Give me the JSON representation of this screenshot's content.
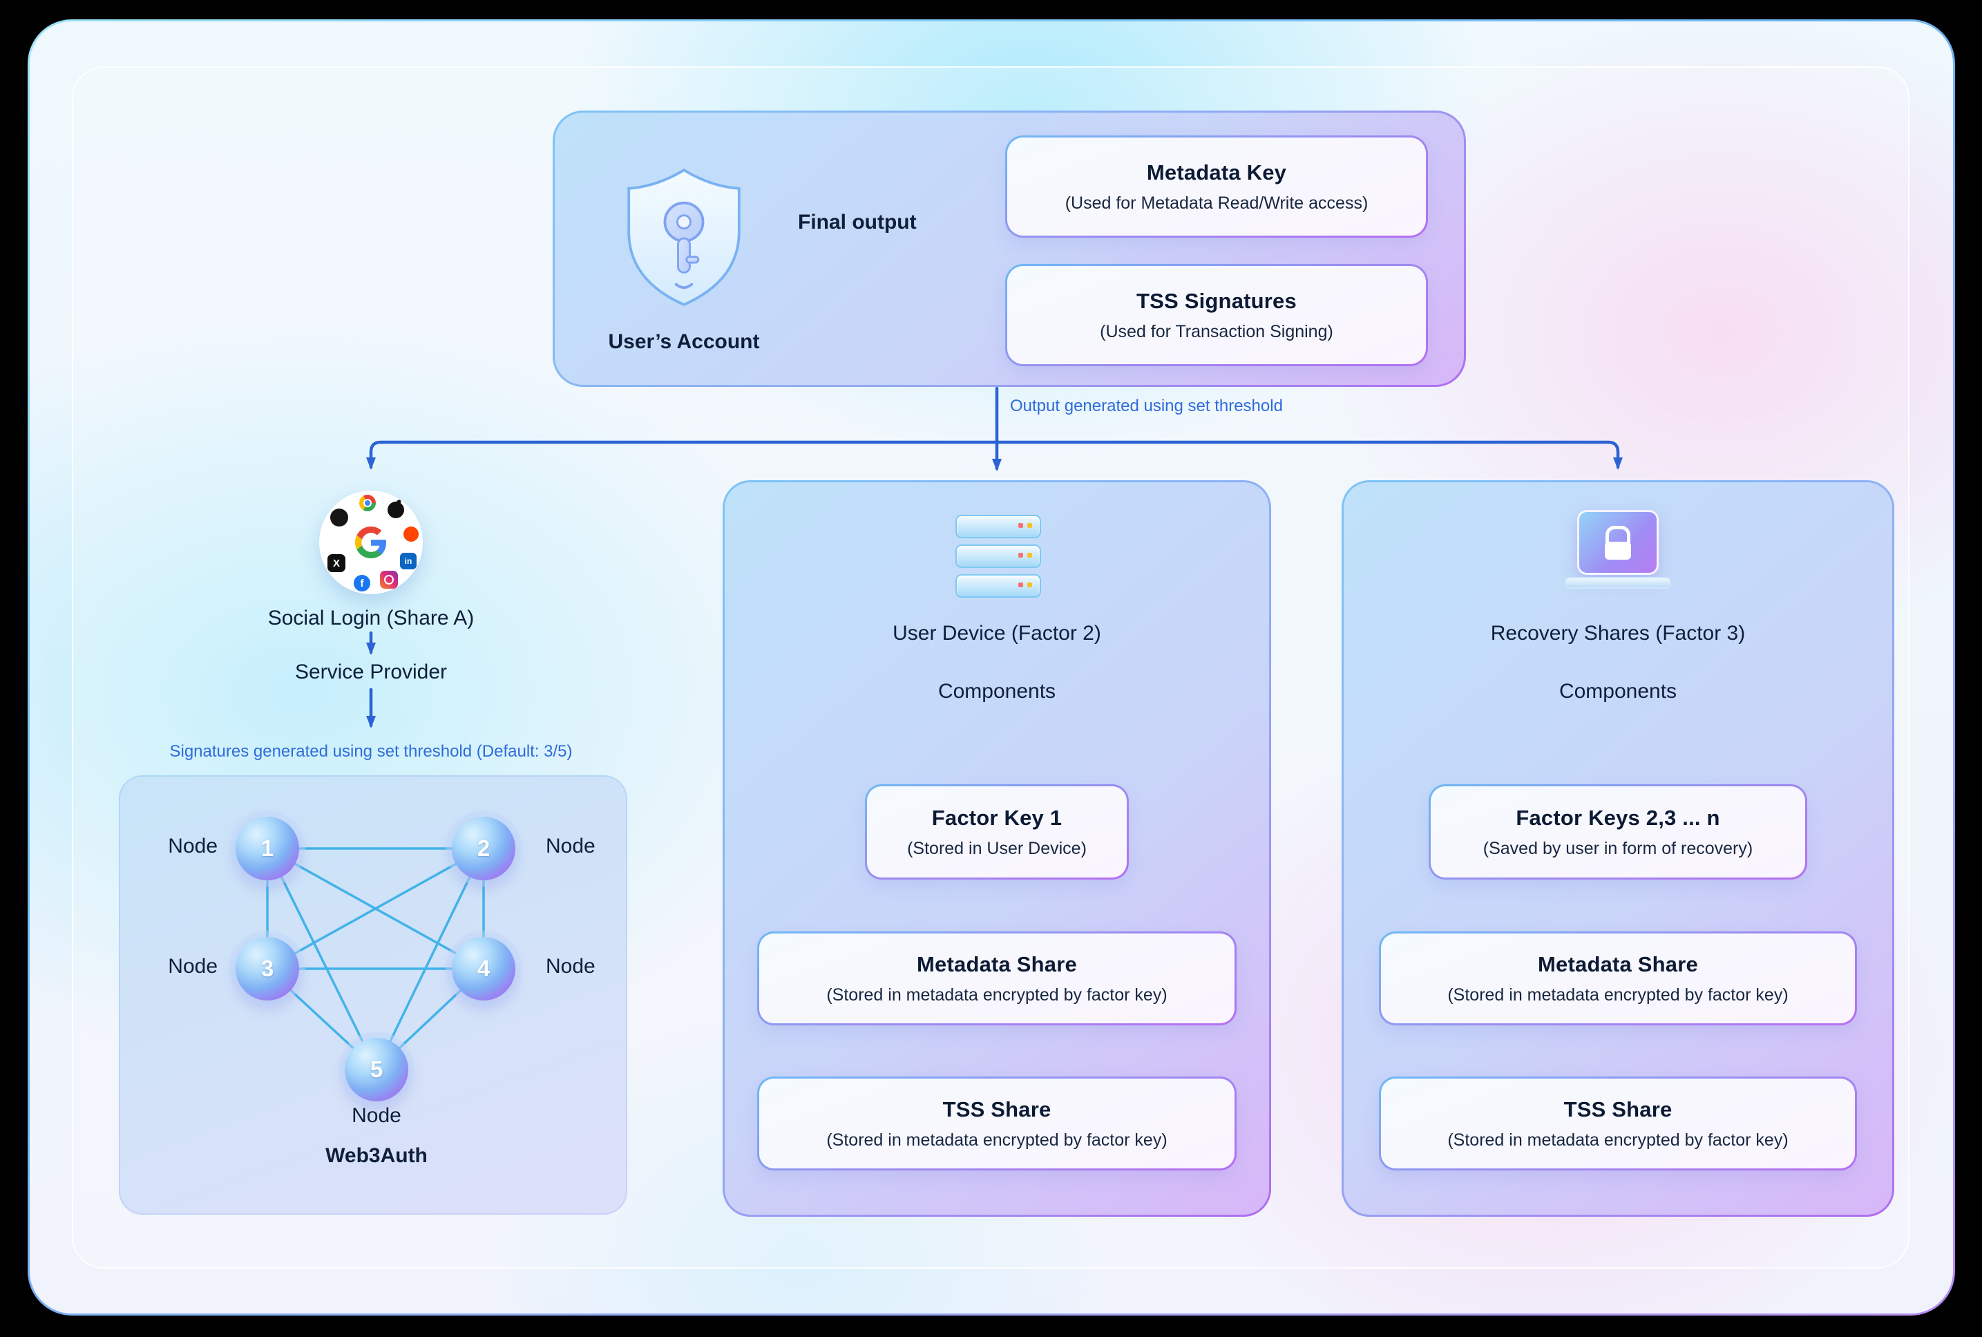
{
  "palette": {
    "arrow_blue": "#2b63d4",
    "note_blue": "#2f6bd9",
    "network_edge": "#33aee8",
    "title_dark": "#0c1a33",
    "border_gradient_start": "#9fe2fa",
    "border_gradient_end": "#b48cf2"
  },
  "account": {
    "label": "User’s Account",
    "final_output_label": "Final output",
    "threshold_note": "Output generated using set threshold",
    "outputs": [
      {
        "title": "Metadata Key",
        "subtitle": "(Used for Metadata Read/Write access)"
      },
      {
        "title": "TSS Signatures",
        "subtitle": "(Used for Transaction Signing)"
      }
    ]
  },
  "social": {
    "title": "Social Login (Share A)",
    "provider_label": "Service Provider",
    "threshold_note": "Signatures generated using set threshold (Default: 3/5)",
    "node_label": "Node",
    "nodes": [
      "1",
      "2",
      "3",
      "4",
      "5"
    ],
    "network_name": "Web3Auth",
    "icons": [
      "github-icon",
      "chrome-icon",
      "apple-icon",
      "reddit-icon",
      "linkedin-icon",
      "instagram-icon",
      "facebook-icon",
      "x-icon",
      "google-icon"
    ],
    "icon_glyphs": {
      "facebook": "f",
      "linkedin": "in",
      "x": "X"
    }
  },
  "factor2": {
    "title": "User Device (Factor 2)",
    "components_label": "Components",
    "icon": "server-stack-icon",
    "cards": [
      {
        "title": "Factor Key 1",
        "subtitle": "(Stored in User Device)"
      },
      {
        "title": "Metadata Share",
        "subtitle": "(Stored in metadata encrypted by factor key)"
      },
      {
        "title": "TSS Share",
        "subtitle": "(Stored in metadata encrypted by factor key)"
      }
    ]
  },
  "factor3": {
    "title": "Recovery Shares (Factor 3)",
    "components_label": "Components",
    "icon": "laptop-lock-icon",
    "cards": [
      {
        "title": "Factor Keys 2,3 ... n",
        "subtitle": "(Saved by user in form of recovery)"
      },
      {
        "title": "Metadata Share",
        "subtitle": "(Stored in metadata encrypted by factor key)"
      },
      {
        "title": "TSS Share",
        "subtitle": "(Stored in metadata encrypted by factor key)"
      }
    ]
  }
}
